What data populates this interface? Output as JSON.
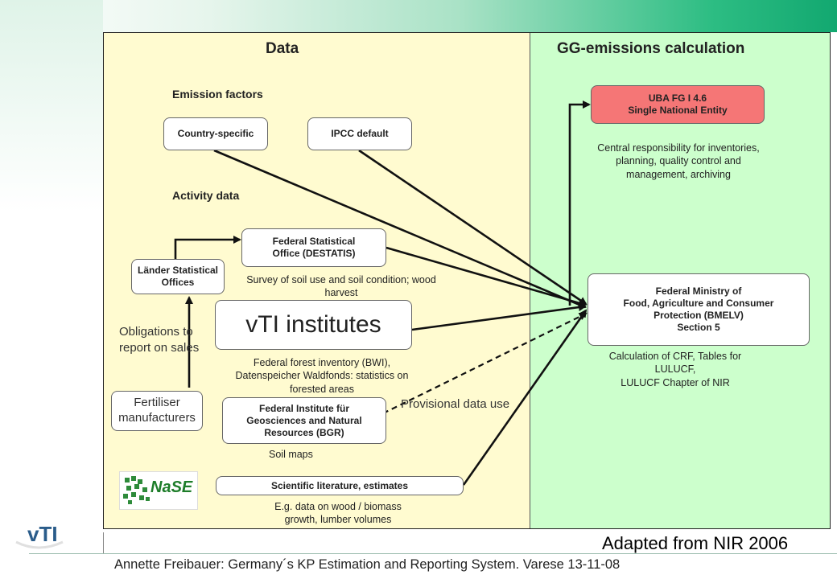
{
  "headers": {
    "data": "Data",
    "calc": "GG-emissions calculation"
  },
  "sections": {
    "emission_factors": "Emission factors",
    "activity_data": "Activity data"
  },
  "boxes": {
    "country_specific": "Country-specific",
    "ipcc_default": "IPCC default",
    "uba": "UBA FG I 4.6\nSingle National Entity",
    "destatis": "Federal Statistical\nOffice (DESTATIS)",
    "laender": "Länder Statistical\nOffices",
    "vti": "vTI institutes",
    "bmelv": "Federal Ministry of\nFood, Agriculture and Consumer\nProtection (BMELV)\nSection 5",
    "fertiliser": "Fertiliser\nmanufacturers",
    "bgr": "Federal Institute für\nGeosciences and Natural\nResources (BGR)",
    "literature": "Scientific literature, estimates"
  },
  "notes": {
    "uba": "Central responsibility for inventories,\nplanning, quality control and\nmanagement, archiving",
    "destatis": "Survey of soil use and soil condition; wood\nharvest",
    "obligations": "Obligations to\nreport on sales",
    "vti": "Federal forest inventory (BWI),\nDatenspeicher Waldfonds: statistics on\nforested areas",
    "bmelv": "Calculation of CRF, Tables for\nLULUCF,\nLULUCF Chapter of NIR",
    "provisional": "Provisional data use",
    "bgr": "Soil maps",
    "literature": "E.g. data on wood / biomass\ngrowth, lumber volumes"
  },
  "logos": {
    "nase": "NaSE",
    "vti": "vTI"
  },
  "adapted": "Adapted from NIR 2006",
  "footer": "Annette Freibauer: Germany´s KP Estimation and Reporting System. Varese 13-11-08"
}
